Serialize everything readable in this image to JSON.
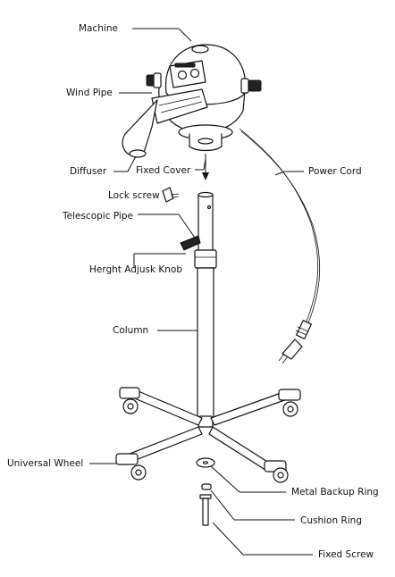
{
  "labels": {
    "machine": "Machine",
    "wind_pipe": "Wind Pipe",
    "diffuser": "Diffuser",
    "fixed_cover": "Fixed Cover",
    "power_cord": "Power Cord",
    "lock_screw": "Lock screw",
    "telescopic_pipe": "Telescopic Pipe",
    "height_adjust_knob": "Herght Adjusk Knob",
    "column": "Column",
    "universal_wheel": "Universal Wheel",
    "metal_backup_ring": "Metal Backup Ring",
    "cushion_ring": "Cushion Ring",
    "fixed_screw": "Fixed Screw"
  }
}
